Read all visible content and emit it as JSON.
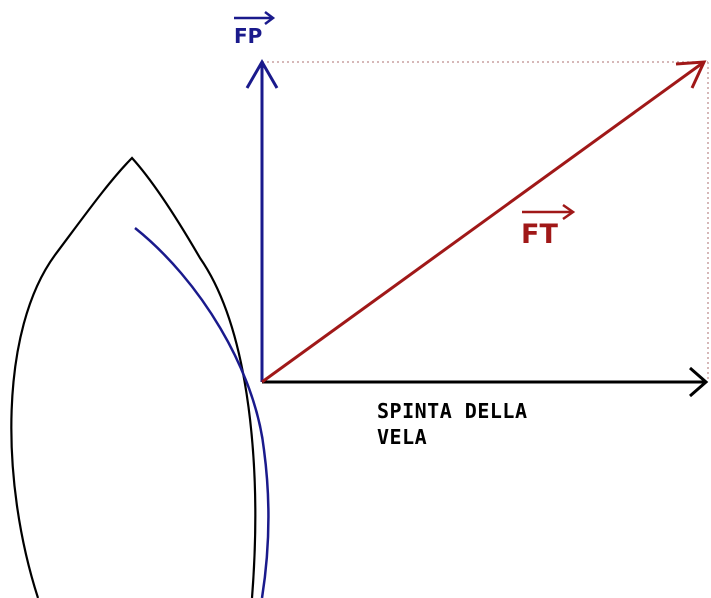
{
  "labels": {
    "fp": "FP",
    "ft": "FT",
    "sail_thrust_line1": "SPINTA DELLA",
    "sail_thrust_line2": "VELA"
  },
  "colors": {
    "fp_vector": "#1a1a8c",
    "ft_vector": "#a01818",
    "thrust_axis": "#000000",
    "hull_outline": "#000000",
    "sail_curve": "#1a1a8c",
    "guide_dotted": "#c8a0a0"
  }
}
